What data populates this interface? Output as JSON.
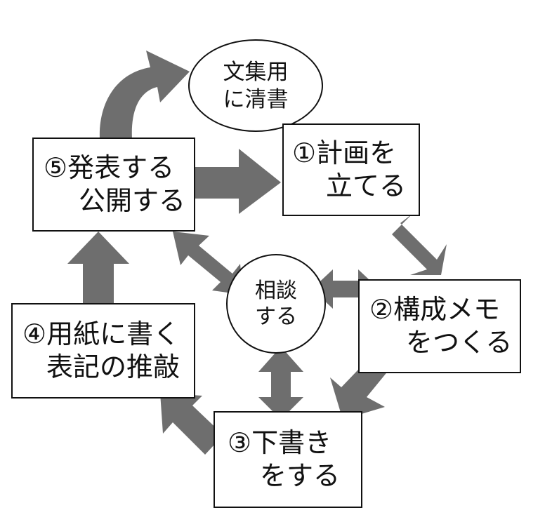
{
  "diagram": {
    "arrow_color": "#6e6e6e",
    "border_color": "#111111",
    "nodes": {
      "clean_copy": {
        "line1": "文集用",
        "line2": "に清書"
      },
      "step1": {
        "line1": "①計画を",
        "line2": "立てる"
      },
      "step2": {
        "line1": "②構成メモ",
        "line2": "をつくる"
      },
      "step3": {
        "line1": "③下書き",
        "line2": "をする"
      },
      "step4": {
        "line1": "④用紙に書く",
        "line2": "表記の推敲"
      },
      "step5": {
        "line1": "⑤発表する",
        "line2": "公開する"
      },
      "consult": {
        "line1": "相談",
        "line2": "する"
      }
    }
  }
}
